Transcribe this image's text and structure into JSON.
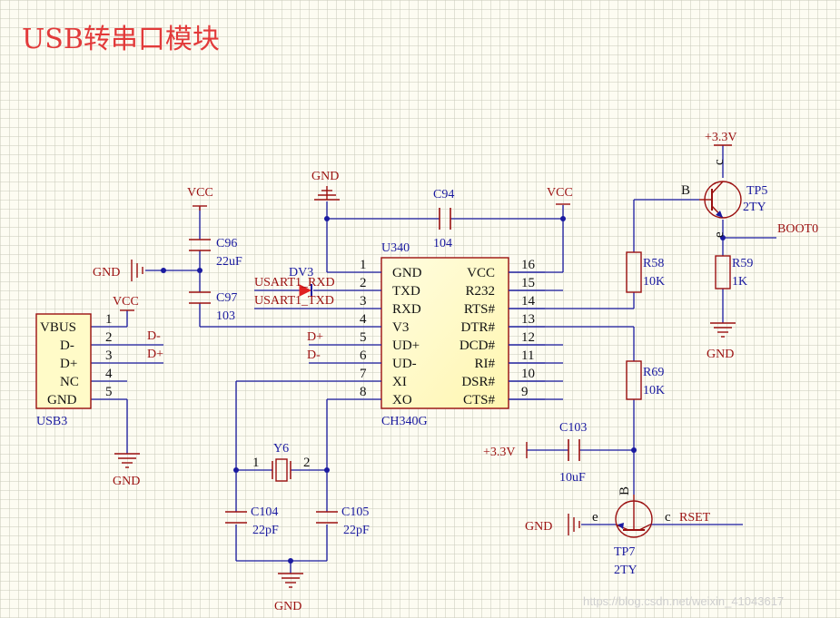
{
  "title": "USB转串口模块",
  "watermark": "https://blog.csdn.net/weixin_41043617",
  "colors": {
    "wire": "#1a1aa0",
    "component": "#9b1010",
    "chip_fill": "#fffbc8",
    "title": "#e23a3a",
    "led": "#e02020"
  },
  "ic": {
    "designator": "U340",
    "part": "CH340G",
    "left_pins": [
      {
        "num": "1",
        "name": "GND"
      },
      {
        "num": "2",
        "name": "TXD"
      },
      {
        "num": "3",
        "name": "RXD"
      },
      {
        "num": "4",
        "name": "V3"
      },
      {
        "num": "5",
        "name": "UD+"
      },
      {
        "num": "6",
        "name": "UD-"
      },
      {
        "num": "7",
        "name": "XI"
      },
      {
        "num": "8",
        "name": "XO"
      }
    ],
    "right_pins": [
      {
        "num": "16",
        "name": "VCC"
      },
      {
        "num": "15",
        "name": "R232"
      },
      {
        "num": "14",
        "name": "RTS#"
      },
      {
        "num": "13",
        "name": "DTR#"
      },
      {
        "num": "12",
        "name": "DCD#"
      },
      {
        "num": "11",
        "name": "RI#"
      },
      {
        "num": "10",
        "name": "DSR#"
      },
      {
        "num": "9",
        "name": "CTS#"
      }
    ]
  },
  "usb": {
    "designator": "USB3",
    "pins": [
      {
        "num": "1",
        "name": "VBUS"
      },
      {
        "num": "2",
        "name": "D-"
      },
      {
        "num": "3",
        "name": "D+"
      },
      {
        "num": "4",
        "name": "NC"
      },
      {
        "num": "5",
        "name": "GND"
      }
    ],
    "net_vcc": "VCC",
    "net_dm": "D-",
    "net_dp": "D+",
    "net_gnd": "GND"
  },
  "caps": {
    "c96": {
      "ref": "C96",
      "value": "22uF"
    },
    "c97": {
      "ref": "C97",
      "value": "103"
    },
    "c94": {
      "ref": "C94",
      "value": "104"
    },
    "c103": {
      "ref": "C103",
      "value": "10uF"
    },
    "c104": {
      "ref": "C104",
      "value": "22pF"
    },
    "c105": {
      "ref": "C105",
      "value": "22pF"
    }
  },
  "resistors": {
    "r58": {
      "ref": "R58",
      "value": "10K"
    },
    "r59": {
      "ref": "R59",
      "value": "1K"
    },
    "r69": {
      "ref": "R69",
      "value": "10K"
    }
  },
  "crystal": {
    "ref": "Y6",
    "pin1": "1",
    "pin2": "2"
  },
  "transistors": {
    "tp5": {
      "ref": "TP5",
      "type": "2TY",
      "b": "B",
      "c": "c",
      "e": "e"
    },
    "tp7": {
      "ref": "TP7",
      "type": "2TY",
      "b": "B",
      "c": "c",
      "e": "e"
    }
  },
  "diode": {
    "ref": "DV3"
  },
  "nets": {
    "vcc_c96": "VCC",
    "vcc_c94": "VCC",
    "gnd_top": "GND",
    "gnd_left": "GND",
    "gnd_xtal": "GND",
    "gnd_r59": "GND",
    "gnd_tp7": "GND",
    "p33_top": "+3.3V",
    "p33_c103": "+3.3V",
    "boot0": "BOOT0",
    "rset": "RSET",
    "usart_tx_wire": "USART1_RXD",
    "usart_rx_wire": "USART1_TXD",
    "dp_ic": "D+",
    "dm_ic": "D-"
  }
}
